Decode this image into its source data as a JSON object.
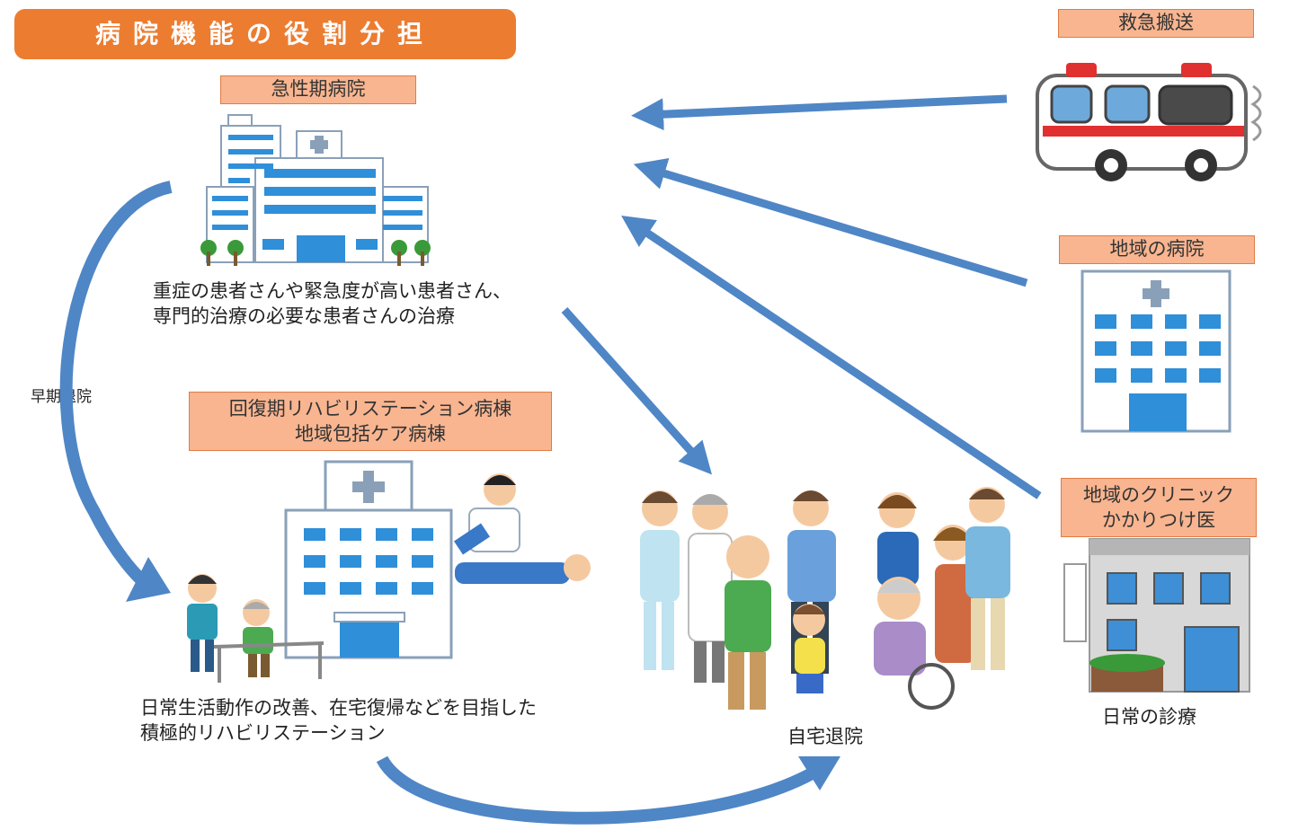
{
  "title": "病院機能の役割分担",
  "acute": {
    "label": "急性期病院",
    "desc_line1": "重症の患者さんや緊急度が高い患者さん、",
    "desc_line2": "専門的治療の必要な患者さんの治療"
  },
  "early_discharge": "早期退院",
  "recovery": {
    "label_line1": "回復期リハビリステーション病棟",
    "label_line2": "地域包括ケア病棟",
    "desc_line1": "日常生活動作の改善、在宅復帰などを目指した",
    "desc_line2": "積極的リハビリステーション"
  },
  "home": {
    "label": "自宅退院"
  },
  "ambulance": {
    "label": "救急搬送"
  },
  "local_hospital": {
    "label": "地域の病院"
  },
  "clinic": {
    "label_line1": "地域のクリニック",
    "label_line2": "かかりつけ医",
    "desc": "日常の診療"
  },
  "colors": {
    "title_bg": "#ec7c30",
    "label_bg": "#f8b590",
    "arrow": "#4f86c6",
    "window": "#2f8fd8"
  }
}
